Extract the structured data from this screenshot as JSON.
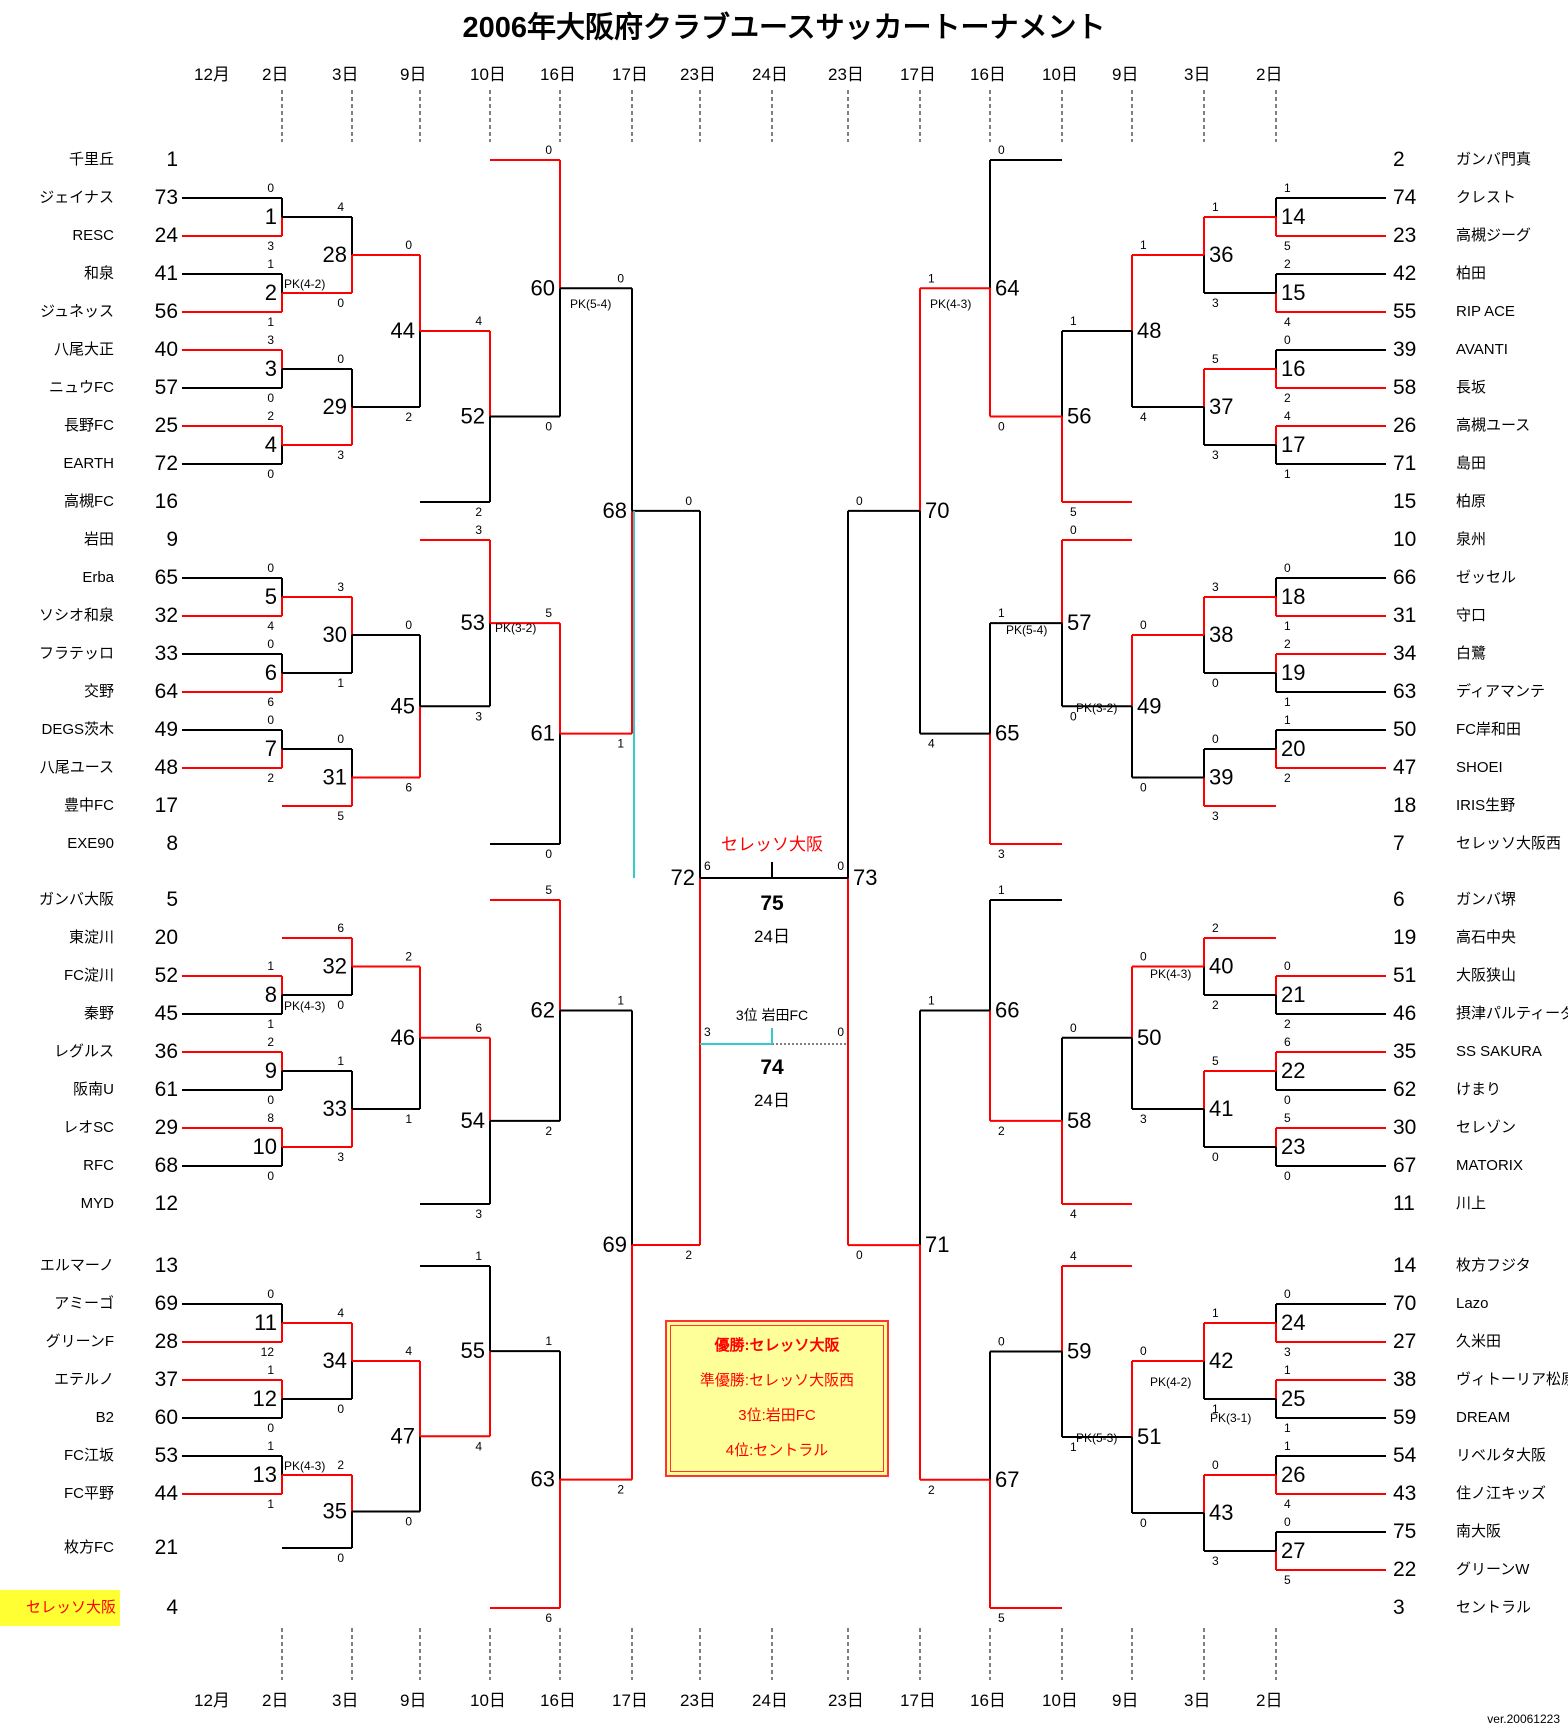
{
  "title": "2006年大阪府クラブユースサッカートーナメント",
  "version": "ver.20061223",
  "dates": {
    "month": "12月",
    "left": [
      "2日",
      "3日",
      "9日",
      "10日",
      "16日",
      "17日",
      "23日"
    ],
    "center": "24日",
    "right": [
      "23日",
      "17日",
      "16日",
      "10日",
      "9日",
      "3日",
      "2日"
    ]
  },
  "left_entries": [
    {
      "team": "千里丘",
      "seed": "1"
    },
    {
      "team": "ジェイナス",
      "seed": "73"
    },
    {
      "team": "RESC",
      "seed": "24"
    },
    {
      "team": "和泉",
      "seed": "41"
    },
    {
      "team": "ジュネッス",
      "seed": "56"
    },
    {
      "team": "八尾大正",
      "seed": "40"
    },
    {
      "team": "ニュウFC",
      "seed": "57"
    },
    {
      "team": "長野FC",
      "seed": "25"
    },
    {
      "team": "EARTH",
      "seed": "72"
    },
    {
      "team": "高槻FC",
      "seed": "16"
    },
    {
      "team": "岩田",
      "seed": "9"
    },
    {
      "team": "Erba",
      "seed": "65"
    },
    {
      "team": "ソシオ和泉",
      "seed": "32"
    },
    {
      "team": "フラテッロ",
      "seed": "33"
    },
    {
      "team": "交野",
      "seed": "64"
    },
    {
      "team": "DEGS茨木",
      "seed": "49"
    },
    {
      "team": "八尾ユース",
      "seed": "48"
    },
    {
      "team": "豊中FC",
      "seed": "17"
    },
    {
      "team": "EXE90",
      "seed": "8"
    },
    {
      "team": "ガンバ大阪",
      "seed": "5"
    },
    {
      "team": "東淀川",
      "seed": "20"
    },
    {
      "team": "FC淀川",
      "seed": "52"
    },
    {
      "team": "秦野",
      "seed": "45"
    },
    {
      "team": "レグルス",
      "seed": "36"
    },
    {
      "team": "阪南U",
      "seed": "61"
    },
    {
      "team": "レオSC",
      "seed": "29"
    },
    {
      "team": "RFC",
      "seed": "68"
    },
    {
      "team": "MYD",
      "seed": "12"
    },
    {
      "team": "エルマーノ",
      "seed": "13"
    },
    {
      "team": "アミーゴ",
      "seed": "69"
    },
    {
      "team": "グリーンF",
      "seed": "28"
    },
    {
      "team": "エテルノ",
      "seed": "37"
    },
    {
      "team": "B2",
      "seed": "60"
    },
    {
      "team": "FC江坂",
      "seed": "53"
    },
    {
      "team": "FC平野",
      "seed": "44"
    },
    {
      "team": "枚方FC",
      "seed": "21"
    },
    {
      "team": "セレッソ大阪",
      "seed": "4"
    }
  ],
  "right_entries": [
    {
      "team": "ガンバ門真",
      "seed": "2"
    },
    {
      "team": "クレスト",
      "seed": "74"
    },
    {
      "team": "高槻ジーグ",
      "seed": "23"
    },
    {
      "team": "柏田",
      "seed": "42"
    },
    {
      "team": "RIP ACE",
      "seed": "55"
    },
    {
      "team": "AVANTI",
      "seed": "39"
    },
    {
      "team": "長坂",
      "seed": "58"
    },
    {
      "team": "高槻ユース",
      "seed": "26"
    },
    {
      "team": "島田",
      "seed": "71"
    },
    {
      "team": "柏原",
      "seed": "15"
    },
    {
      "team": "泉州",
      "seed": "10"
    },
    {
      "team": "ゼッセル",
      "seed": "66"
    },
    {
      "team": "守口",
      "seed": "31"
    },
    {
      "team": "白鷺",
      "seed": "34"
    },
    {
      "team": "ディアマンテ",
      "seed": "63"
    },
    {
      "team": "FC岸和田",
      "seed": "50"
    },
    {
      "team": "SHOEI",
      "seed": "47"
    },
    {
      "team": "IRIS生野",
      "seed": "18"
    },
    {
      "team": "セレッソ大阪西",
      "seed": "7"
    },
    {
      "team": "ガンバ堺",
      "seed": "6"
    },
    {
      "team": "高石中央",
      "seed": "19"
    },
    {
      "team": "大阪狭山",
      "seed": "51"
    },
    {
      "team": "摂津パルティーダ",
      "seed": "46"
    },
    {
      "team": "SS SAKURA",
      "seed": "35"
    },
    {
      "team": "けまり",
      "seed": "62"
    },
    {
      "team": "セレゾン",
      "seed": "30"
    },
    {
      "team": "MATORIX",
      "seed": "67"
    },
    {
      "team": "川上",
      "seed": "11"
    },
    {
      "team": "枚方フジタ",
      "seed": "14"
    },
    {
      "team": "Lazo",
      "seed": "70"
    },
    {
      "team": "久米田",
      "seed": "27"
    },
    {
      "team": "ヴィトーリア松原",
      "seed": "38"
    },
    {
      "team": "DREAM",
      "seed": "59"
    },
    {
      "team": "リベルタ大阪",
      "seed": "54"
    },
    {
      "team": "住ノ江キッズ",
      "seed": "43"
    },
    {
      "team": "南大阪",
      "seed": "75"
    },
    {
      "team": "グリーンW",
      "seed": "22"
    },
    {
      "team": "セントラル",
      "seed": "3"
    }
  ],
  "left_matches": [
    {
      "no": "1",
      "s1": "0",
      "s2": "3"
    },
    {
      "no": "2",
      "s1": "1",
      "s2": "1"
    },
    {
      "no": "3",
      "s1": "3",
      "s2": "0"
    },
    {
      "no": "4",
      "s1": "2",
      "s2": "0"
    },
    {
      "no": "5",
      "s1": "0",
      "s2": "4"
    },
    {
      "no": "6",
      "s1": "0",
      "s2": "6"
    },
    {
      "no": "7",
      "s1": "0",
      "s2": "2"
    },
    {
      "no": "8",
      "s1": "1",
      "s2": "1"
    },
    {
      "no": "9",
      "s1": "2",
      "s2": "0"
    },
    {
      "no": "10",
      "s1": "8",
      "s2": "0"
    },
    {
      "no": "11",
      "s1": "0",
      "s2": "12"
    },
    {
      "no": "12",
      "s1": "1",
      "s2": "0"
    },
    {
      "no": "13",
      "s1": "1",
      "s2": "1"
    },
    {
      "no": "28",
      "s1": "4",
      "s2": "0"
    },
    {
      "no": "29",
      "s1": "0",
      "s2": "3"
    },
    {
      "no": "30",
      "s1": "3",
      "s2": "1"
    },
    {
      "no": "31",
      "s1": "0",
      "s2": "5"
    },
    {
      "no": "32",
      "s1": "6",
      "s2": "0"
    },
    {
      "no": "33",
      "s1": "1",
      "s2": "3"
    },
    {
      "no": "34",
      "s1": "4",
      "s2": "0"
    },
    {
      "no": "35",
      "s1": "2",
      "s2": "0"
    },
    {
      "no": "44",
      "s1": "0",
      "s2": "2"
    },
    {
      "no": "45",
      "s1": "0",
      "s2": "6"
    },
    {
      "no": "46",
      "s1": "2",
      "s2": "1"
    },
    {
      "no": "47",
      "s1": "4",
      "s2": "0"
    },
    {
      "no": "52",
      "s1": "4",
      "s2": "2"
    },
    {
      "no": "53",
      "s1": "3",
      "s2": "3"
    },
    {
      "no": "54",
      "s1": "6",
      "s2": "3"
    },
    {
      "no": "55",
      "s1": "1",
      "s2": "4"
    },
    {
      "no": "60",
      "s1": "0",
      "s2": "0"
    },
    {
      "no": "61",
      "s1": "5",
      "s2": "0"
    },
    {
      "no": "62",
      "s1": "5",
      "s2": "2"
    },
    {
      "no": "63",
      "s1": "1",
      "s2": "6"
    },
    {
      "no": "68",
      "s1": "0",
      "s2": "1"
    },
    {
      "no": "69",
      "s1": "1",
      "s2": "2"
    },
    {
      "no": "72",
      "s1": "0",
      "s2": "2"
    }
  ],
  "right_matches": [
    {
      "no": "14",
      "s1": "1",
      "s2": "5"
    },
    {
      "no": "15",
      "s1": "2",
      "s2": "4"
    },
    {
      "no": "16",
      "s1": "0",
      "s2": "2"
    },
    {
      "no": "17",
      "s1": "4",
      "s2": "1"
    },
    {
      "no": "18",
      "s1": "0",
      "s2": "1"
    },
    {
      "no": "19",
      "s1": "2",
      "s2": "1"
    },
    {
      "no": "20",
      "s1": "1",
      "s2": "2"
    },
    {
      "no": "21",
      "s1": "0",
      "s2": "2"
    },
    {
      "no": "22",
      "s1": "6",
      "s2": "0"
    },
    {
      "no": "23",
      "s1": "5",
      "s2": "0"
    },
    {
      "no": "24",
      "s1": "0",
      "s2": "3"
    },
    {
      "no": "25",
      "s1": "1",
      "s2": "1"
    },
    {
      "no": "26",
      "s1": "1",
      "s2": "4"
    },
    {
      "no": "27",
      "s1": "0",
      "s2": "5"
    },
    {
      "no": "36",
      "s1": "1",
      "s2": "3"
    },
    {
      "no": "37",
      "s1": "5",
      "s2": "3"
    },
    {
      "no": "38",
      "s1": "3",
      "s2": "0"
    },
    {
      "no": "39",
      "s1": "0",
      "s2": "3"
    },
    {
      "no": "40",
      "s1": "2",
      "s2": "2"
    },
    {
      "no": "41",
      "s1": "5",
      "s2": "0"
    },
    {
      "no": "42",
      "s1": "1",
      "s2": "1"
    },
    {
      "no": "43",
      "s1": "0",
      "s2": "3"
    },
    {
      "no": "48",
      "s1": "1",
      "s2": "4"
    },
    {
      "no": "49",
      "s1": "0",
      "s2": "0"
    },
    {
      "no": "50",
      "s1": "0",
      "s2": "3"
    },
    {
      "no": "51",
      "s1": "0",
      "s2": "0"
    },
    {
      "no": "56",
      "s1": "1",
      "s2": "5"
    },
    {
      "no": "57",
      "s1": "0",
      "s2": "0"
    },
    {
      "no": "58",
      "s1": "0",
      "s2": "4"
    },
    {
      "no": "59",
      "s1": "4",
      "s2": "1"
    },
    {
      "no": "64",
      "s1": "0",
      "s2": "0"
    },
    {
      "no": "65",
      "s1": "1",
      "s2": "3"
    },
    {
      "no": "66",
      "s1": "1",
      "s2": "2"
    },
    {
      "no": "67",
      "s1": "0",
      "s2": "5"
    },
    {
      "no": "70",
      "s1": "1",
      "s2": "4"
    },
    {
      "no": "71",
      "s1": "1",
      "s2": "2"
    },
    {
      "no": "73",
      "s1": "0",
      "s2": "0"
    }
  ],
  "pk_labels": [
    "PK(4-2)",
    "PK(5-4)",
    "PK(3-2)",
    "PK(4-3)",
    "PK(4-3)",
    "PK(4-3)",
    "PK(5-4)",
    "PK(3-2)",
    "PK(4-3)",
    "PK(4-2)",
    "PK(3-1)",
    "PK(5-3)"
  ],
  "final": {
    "no": "75",
    "date": "24日",
    "winner": "セレッソ大阪",
    "s_left": "6",
    "s_right": "0"
  },
  "third_place": {
    "no": "74",
    "date": "24日",
    "label": "3位 岩田FC",
    "s_left": "3",
    "s_right": "0"
  },
  "results": {
    "champion": "優勝:セレッソ大阪",
    "runner_up": "準優勝:セレッソ大阪西",
    "third": "3位:岩田FC",
    "fourth": "4位:セントラル"
  },
  "colors": {
    "win_line": "#ff0000",
    "line": "#000000",
    "final_line": "#33cccc",
    "highlight": "#ffff33"
  }
}
